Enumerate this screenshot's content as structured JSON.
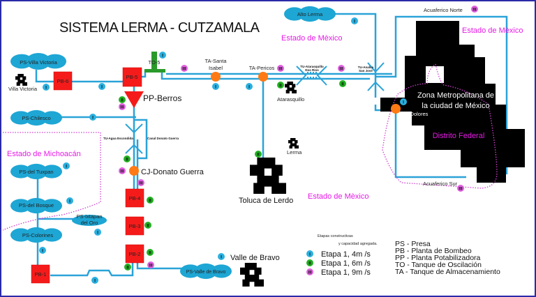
{
  "title": "SISTEMA LERMA - CUTZAMALA",
  "colors": {
    "pipe": "#2aa3d8",
    "presa": "#1ea6d4",
    "pump_station": "#f51b1b",
    "storage_tank": "#ff7a14",
    "oscillation_tank": "#2a9a2a",
    "stage_I": "#2ab0e0",
    "stage_II": "#22b022",
    "stage_III": "#e060e0",
    "state_label": "#e619e6",
    "frame": "#2a2aa8"
  },
  "presas": {
    "villa_victoria": "PS-Villa Victoria",
    "chilesco": "PS-Chilesco",
    "tuxpan": "PS-del Tuxpan",
    "bosque": "PS-del Bosque",
    "ixtapan_1": "PS-Ixtapan",
    "ixtapan_2": "del Oro",
    "colorines": "PS-Colorines",
    "valle_bravo": "PS-Valle de Bravo",
    "alto_lerma": "Alto Lerma"
  },
  "pumps": {
    "pb1": "PB-1",
    "pb2": "PB-2",
    "pb3": "PB-3",
    "pb4": "PB-4",
    "pb5": "PB-5",
    "pb6": "PB-6"
  },
  "facilities": {
    "to5": "TO-5",
    "pp_berros": "PP-Berros",
    "cj_donato": "CJ-Donato Guerra",
    "ta_santa_isabel_1": "TA-Santa",
    "ta_santa_isabel_2": "Isabel",
    "ta_pericos": "TA-Pericos",
    "ta_dolores": "TA-Dolores",
    "tu_agua_escondida": "TU-Agua Escondida",
    "canal_donato": "Canal Donato Guerra",
    "tu_atarasquillo_1": "TU-Atarasquillo",
    "tu_atarasquillo_2": "Dos Rios",
    "tu_analco_1": "TU-Analco",
    "tu_analco_2": "San José",
    "acuaferico_norte": "Acuaferico Norte",
    "acuaferico_sur": "Acuaferico Sur"
  },
  "places": {
    "villa_victoria": "Villa Victoria",
    "atarasquillo": "Atarasquillo",
    "lerma": "Lerma",
    "toluca": "Toluca de Lerdo",
    "valle_bravo": "Valle de Bravo",
    "zm_1": "Zona Metropolitana de",
    "zm_2": "la ciudad de México",
    "df": "Distrito Federal",
    "edomex_1": "Estado de Mèxico",
    "edomex_2": "Estado de Mèxico",
    "edomex_3": "Estado de Mèxico",
    "michoacan": "Estado de Michoacán"
  },
  "badges": {
    "I": "I",
    "II": "II",
    "III": "III"
  },
  "legend": {
    "heading_1": "Etapas constructivas",
    "heading_2": "y capacidad agregada.",
    "stages": [
      {
        "badge": "I",
        "label": "Etapa 1, 4m /s"
      },
      {
        "badge": "II",
        "label": "Etapa 1, 6m /s"
      },
      {
        "badge": "III",
        "label": "Etapa 1, 9m /s"
      }
    ],
    "abbreviations": [
      "PS - Presa",
      "PB - Planta de Bombeo",
      "PP - Planta Potabilizadora",
      "TO - Tanque de Oscilación",
      "TA - Tanque de Almacenamiento"
    ]
  }
}
